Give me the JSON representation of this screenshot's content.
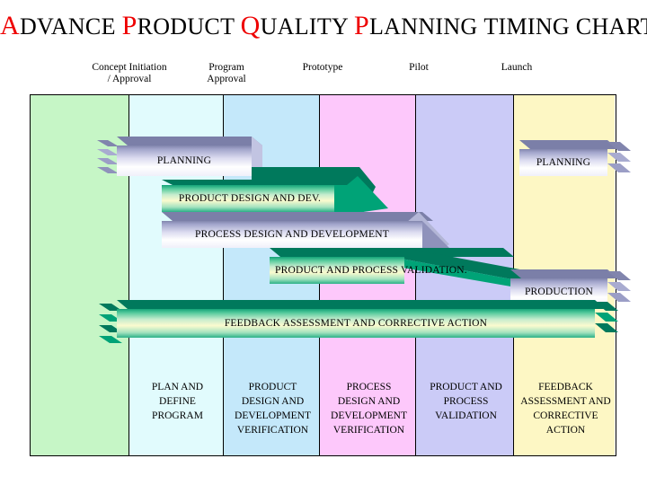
{
  "title": {
    "parts": [
      {
        "cap": "A",
        "rest": "DVANCE"
      },
      {
        "cap": "P",
        "rest": "RODUCT"
      },
      {
        "cap": "Q",
        "rest": "UALITY"
      },
      {
        "cap": "P",
        "rest": "LANNING"
      }
    ],
    "tail": "TIMING CHART",
    "cap_color": "#ee0000",
    "text_color": "#000000"
  },
  "phases": [
    {
      "label": "Concept Initiation\n/ Approval"
    },
    {
      "label": "Program\nApproval"
    },
    {
      "label": "Prototype"
    },
    {
      "label": "Pilot"
    },
    {
      "label": "Launch"
    }
  ],
  "columns": [
    {
      "name": "concept",
      "color": "#c6f6c6",
      "deliverable": ""
    },
    {
      "name": "planning",
      "color": "#e1fbfd",
      "deliverable": "PLAN AND\nDEFINE\nPROGRAM"
    },
    {
      "name": "product-design",
      "color": "#c4e8fa",
      "deliverable": "PRODUCT\nDESIGN AND\nDEVELOPMENT\nVERIFICATION"
    },
    {
      "name": "process-design",
      "color": "#fdc8fb",
      "deliverable": "PROCESS\nDESIGN AND\nDEVELOPMENT\nVERIFICATION"
    },
    {
      "name": "validation",
      "color": "#cbcbf7",
      "deliverable": "PRODUCT AND\nPROCESS\nVALIDATION"
    },
    {
      "name": "feedback",
      "color": "#fdf7c4",
      "deliverable": "FEEDBACK\nASSESSMENT AND\nCORRECTIVE\nACTION"
    }
  ],
  "bars": [
    {
      "name": "planning",
      "label": "PLANNING",
      "style": "purple"
    },
    {
      "name": "product-design-dev",
      "label": "PRODUCT DESIGN AND DEV.",
      "style": "green"
    },
    {
      "name": "process-design-development",
      "label": "PROCESS DESIGN AND DEVELOPMENT",
      "style": "purple"
    },
    {
      "name": "product-process-validation",
      "label": "PRODUCT AND PROCESS VALIDATION.",
      "style": "green"
    },
    {
      "name": "production",
      "label": "PRODUCTION",
      "style": "purple"
    },
    {
      "name": "feedback-assessment",
      "label": "FEEDBACK ASSESSMENT AND CORRECTIVE ACTION",
      "style": "green"
    },
    {
      "name": "planning-launch",
      "label": "PLANNING",
      "style": "purple"
    }
  ],
  "colors": {
    "border": "#000000",
    "purple_top": "#7b7fa8",
    "purple_side": "#c9cbe4",
    "green_top": "#00795c",
    "green_body": "#25b184"
  }
}
